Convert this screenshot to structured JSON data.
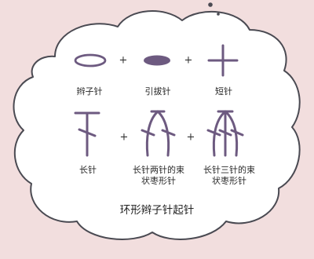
{
  "colors": {
    "background": "#f2dede",
    "cloud": "#ffffff",
    "cloud_outline": "#4a4a52",
    "symbol": "#6d5a80"
  },
  "symbols": [
    {
      "icon": "chain-stitch-icon",
      "label": "辫子针"
    },
    {
      "icon": "slip-stitch-icon",
      "label": "引拔针"
    },
    {
      "icon": "single-crochet-icon",
      "label": "短针"
    },
    {
      "icon": "double-crochet-icon",
      "label": "长针"
    },
    {
      "icon": "dc2-cluster-icon",
      "label_line1": "长针两针的束",
      "label_line2": "状枣形针"
    },
    {
      "icon": "dc3-cluster-icon",
      "label_line1": "长针三针的束",
      "label_line2": "状枣形针"
    }
  ],
  "operators": {
    "plus": "+"
  },
  "title": "环形辫子针起针"
}
